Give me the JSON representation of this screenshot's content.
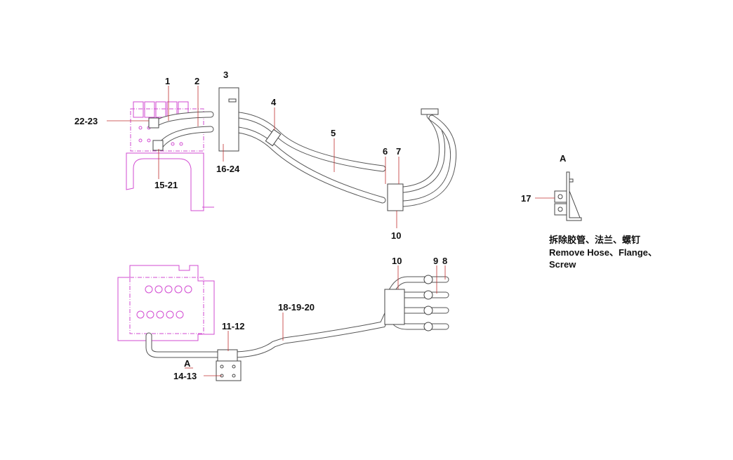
{
  "upper_assembly": {
    "labels": {
      "p1": "1",
      "p2": "2",
      "p3": "3",
      "p4": "4",
      "p5": "5",
      "p6": "6",
      "p7": "7",
      "p10": "10",
      "p22_23": "22-23",
      "p15_21": "15-21",
      "p16_24": "16-24"
    }
  },
  "lower_assembly": {
    "labels": {
      "p10": "10",
      "p9": "9",
      "p8": "8",
      "p18_19_20": "18-19-20",
      "p11_12": "11-12",
      "view_a": "A",
      "p14_13": "14-13"
    }
  },
  "detail_a": {
    "title": "A",
    "label_17": "17",
    "note_cn": "拆除胶管、法兰、螺钉",
    "note_en_line1": "Remove Hose、Flange、",
    "note_en_line2": "Screw"
  },
  "colors": {
    "reference_frame": "#d24bd2",
    "leader": "#c03030",
    "line": "#444444"
  }
}
